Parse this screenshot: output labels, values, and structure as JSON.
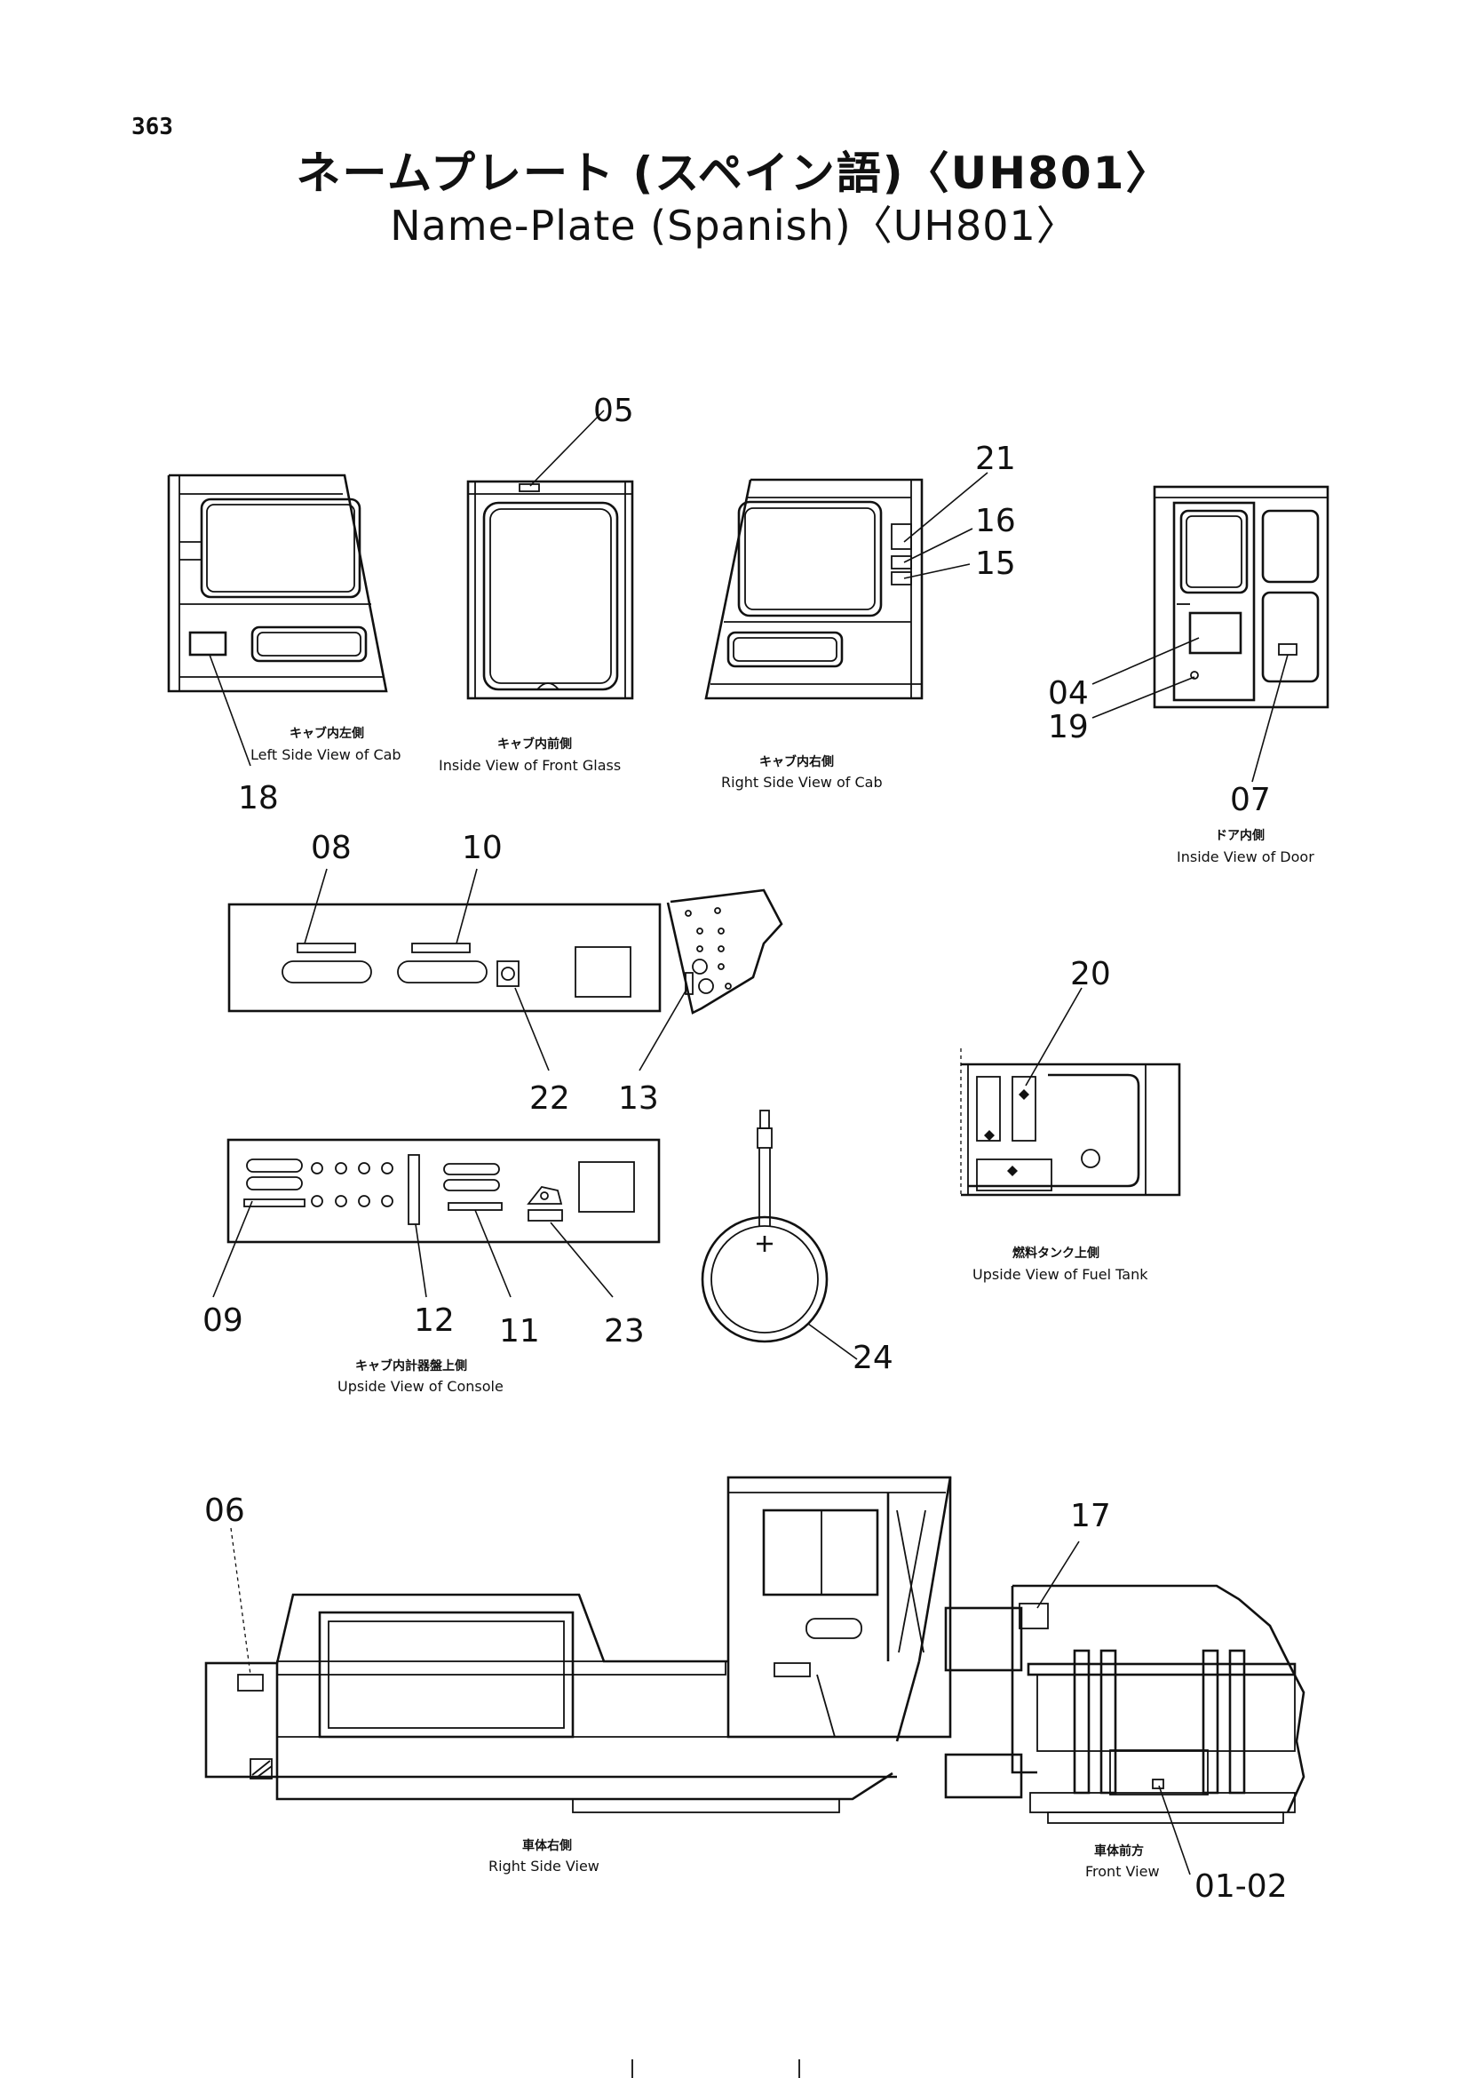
{
  "page_number": "363",
  "title_jp": "ネームプレート (スペイン語)〈UH801〉",
  "title_en": "Name-Plate (Spanish)〈UH801〉",
  "callouts": {
    "c01_02": "01-02",
    "c04": "04",
    "c05": "05",
    "c06": "06",
    "c07": "07",
    "c08": "08",
    "c09": "09",
    "c10": "10",
    "c11": "11",
    "c12": "12",
    "c13": "13",
    "c15": "15",
    "c16": "16",
    "c17": "17",
    "c18": "18",
    "c19": "19",
    "c20": "20",
    "c21": "21",
    "c22": "22",
    "c23": "23",
    "c24": "24"
  },
  "views": {
    "left_side_cab": {
      "jp": "キャブ内左側",
      "en": "Left Side View of Cab"
    },
    "front_glass": {
      "jp": "キャブ内前側",
      "en": "Inside View of Front Glass"
    },
    "right_side_cab": {
      "jp": "キャブ内右側",
      "en": "Right Side View of Cab"
    },
    "door": {
      "jp": "ドア内側",
      "en": "Inside View of Door"
    },
    "fuel_tank": {
      "jp": "燃料タンク上側",
      "en": "Upside View of Fuel Tank"
    },
    "console": {
      "jp": "キャブ内計器盤上側",
      "en": "Upside View of Console"
    },
    "right_side": {
      "jp": "車体右側",
      "en": "Right Side View"
    },
    "front": {
      "jp": "車体前方",
      "en": "Front View"
    }
  }
}
